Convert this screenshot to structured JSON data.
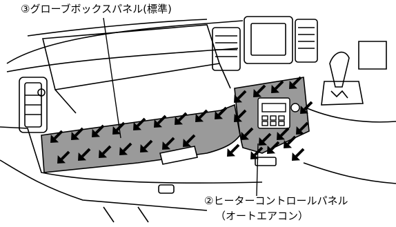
{
  "labels": {
    "glovebox_panel": "③グローブボックスパネル(標準)",
    "heater_panel_line1": "②ヒーターコントロールパネル",
    "heater_panel_line2": "（オートエアコン）"
  },
  "colors": {
    "panel_fill": "#9a9a9a",
    "line": "#000000",
    "background": "#ffffff"
  },
  "arrows": {
    "direction": "down-left",
    "count_glovebox_panel": 16,
    "count_heater_panel": 15
  }
}
